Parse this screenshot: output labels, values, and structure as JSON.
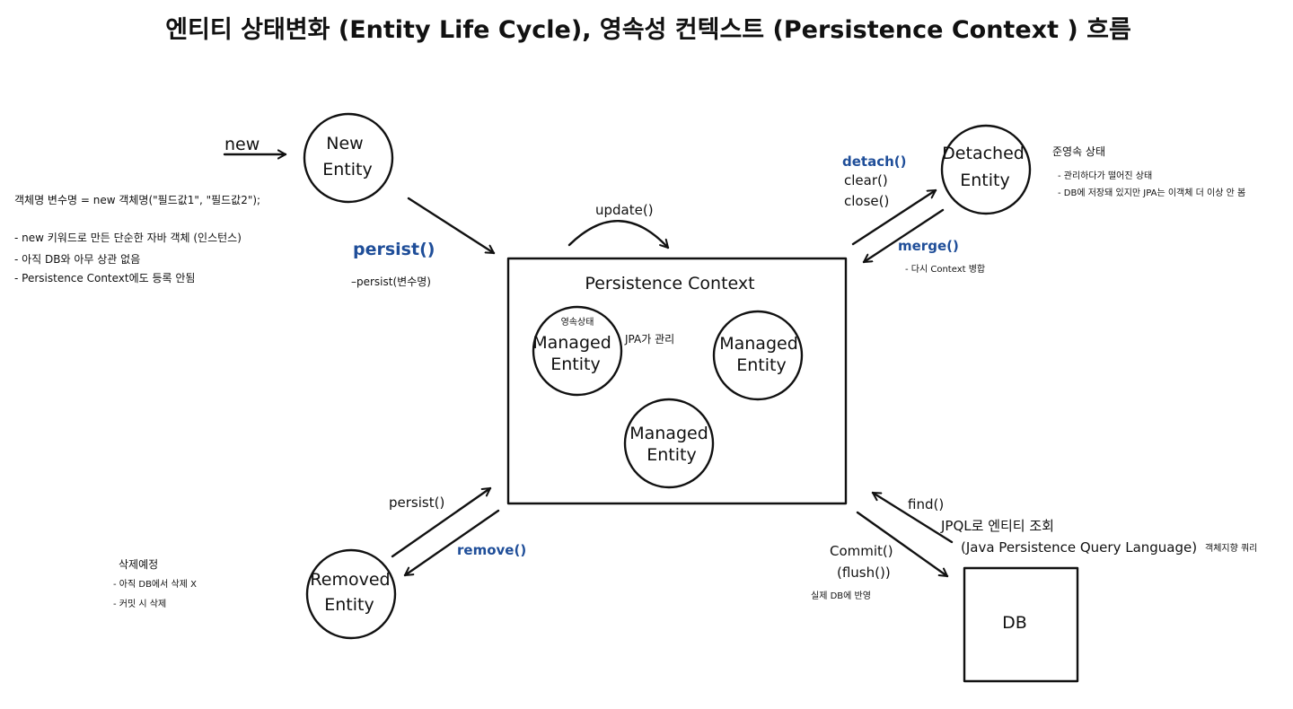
{
  "title": "엔티티 상태변화 (Entity Life Cycle), 영속성 컨텍스트 (Persistence Context ) 흐름",
  "colors": {
    "ink": "#111111",
    "accent": "#1f4e99"
  },
  "new_arrow_label": "new",
  "new_entity": {
    "line1": "New",
    "line2": "Entity"
  },
  "new_notes": {
    "code": "객체명 변수명 = new 객체명(\"필드값1\", \"필드값2\");",
    "bullets": [
      "- new 키워드로 만든 단순한 자바 객체 (인스턴스)",
      "- 아직 DB와 아무 상관 없음",
      "- Persistence Context에도 등록 안됨"
    ]
  },
  "persist_top": {
    "label": "persist()",
    "note": "–persist(변수명)"
  },
  "update_label": "update()",
  "context": {
    "title": "Persistence Context",
    "entities": [
      {
        "line1": "Managed",
        "line2": "Entity",
        "caption": "영속상태"
      },
      {
        "line1": "Managed",
        "line2": "Entity"
      },
      {
        "line1": "Managed",
        "line2": "Entity"
      }
    ],
    "jpa_note": "JPA가 관리"
  },
  "detach_methods": [
    "detach()",
    "clear()",
    "close()"
  ],
  "detached_entity": {
    "line1": "Detached",
    "line2": "Entity"
  },
  "detached_notes": {
    "heading": "준영속 상태",
    "bullets": [
      "- 관리하다가 떨어진 상태",
      "- DB에 저장돼 있지만  JPA는 이객체 더 이상 안 봄"
    ]
  },
  "merge": {
    "label": "merge()",
    "note": "- 다시 Context 병합"
  },
  "persist_bottom": "persist()",
  "remove_label": "remove()",
  "removed_entity": {
    "line1": "Removed",
    "line2": "Entity"
  },
  "removed_notes": {
    "heading": "삭제예정",
    "bullets": [
      "- 아직 DB에서 삭제 X",
      "- 커밋 시 삭제"
    ]
  },
  "find_label": "find()",
  "jpql_note": {
    "line1": "JPQL로 엔티티 조회",
    "line2": "(Java Persistence Query Language)",
    "suffix": "객체지향 쿼리"
  },
  "commit": {
    "line1": "Commit()",
    "line2": "(flush())",
    "note": "실제 DB에 반영"
  },
  "db_label": "DB"
}
